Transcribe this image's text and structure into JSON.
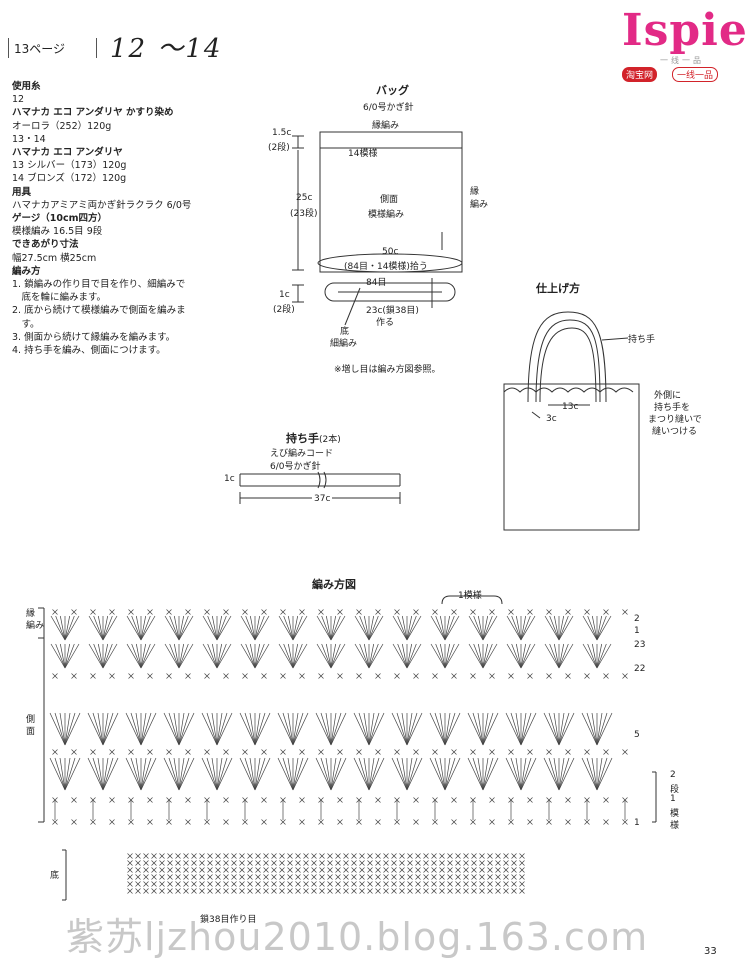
{
  "header": {
    "page_ref": "13ページ",
    "title": "12 〜14",
    "logo": "Ispie",
    "logo_sub": "一线一品",
    "badge_left": "淘宝网",
    "badge_right": "一线一品"
  },
  "materials": {
    "lines": [
      {
        "t": "使用糸",
        "b": true
      },
      {
        "t": "12",
        "b": false
      },
      {
        "t": "ハマナカ エコ アンダリヤ かすり染め",
        "b": true
      },
      {
        "t": "オーロラ（252）120g",
        "b": false
      },
      {
        "t": "13・14",
        "b": false
      },
      {
        "t": "ハマナカ エコ アンダリヤ",
        "b": true
      },
      {
        "t": "13 シルバー（173）120g",
        "b": false
      },
      {
        "t": "14 ブロンズ（172）120g",
        "b": false
      },
      {
        "t": "用具",
        "b": true
      },
      {
        "t": "ハマナカアミアミ両かぎ針ラクラク 6/0号",
        "b": false
      },
      {
        "t": "ゲージ（10cm四方）",
        "b": true
      },
      {
        "t": "模様編み 16.5目 9段",
        "b": false
      },
      {
        "t": "できあがり寸法",
        "b": true
      },
      {
        "t": "幅27.5cm 横25cm",
        "b": false
      },
      {
        "t": "編み方",
        "b": true
      },
      {
        "t": "1. 鎖編みの作り目で目を作り、細編みで",
        "b": false
      },
      {
        "t": "　底を輪に編みます。",
        "b": false
      },
      {
        "t": "2. 底から続けて模様編みで側面を編みま",
        "b": false
      },
      {
        "t": "　す。",
        "b": false
      },
      {
        "t": "3. 側面から続けて縁編みを編みます。",
        "b": false
      },
      {
        "t": "4. 持ち手を編み、側面につけます。",
        "b": false
      }
    ]
  },
  "bag": {
    "title": "バッグ",
    "hook": "6/0号かぎ針",
    "edge": "縁編み",
    "pattern14": "14模様",
    "side": "側面",
    "side_pattern": "模様編み",
    "edge_right_1": "縁",
    "edge_right_2": "編み",
    "h_top": "1.5c",
    "h_top_rows": "(2段)",
    "h_mid": "25c",
    "h_mid_rows": "(23段)",
    "w50": "50c",
    "w50_detail": "(84目・14模様)拾う",
    "st84": "84目",
    "bottom_h": "1c",
    "bottom_rows": "(2段)",
    "chain": "23c(鎖38目)",
    "make": "作る",
    "bottom1": "底",
    "bottom2": "細編み",
    "note": "※増し目は編み方図参照。"
  },
  "handle": {
    "title": "持ち手",
    "count": "(2本)",
    "cord": "えび編みコード",
    "hook": "6/0号かぎ針",
    "w1": "1c",
    "len": "37c"
  },
  "finish": {
    "title": "仕上げ方",
    "handle_label": "持ち手",
    "note1": "外側に",
    "note2": "持ち手を",
    "note3": "まつり縫いで",
    "note4": "縫いつける",
    "w13": "13c",
    "w3": "3c"
  },
  "chart": {
    "title": "編み方図",
    "one_pattern": "1模様",
    "label_edge_1": "縁",
    "label_edge_2": "編み",
    "label_side_1": "側",
    "label_side_2": "面",
    "label_bottom": "底",
    "row2": "2",
    "row1": "1",
    "row23": "23",
    "row22": "22",
    "row5": "5",
    "row1b": "1",
    "rep_1": "2",
    "rep_2": "段",
    "rep_3": "1",
    "rep_4": "模",
    "rep_5": "様",
    "chain_note": "鎖38目",
    "chain_note2": "作り目"
  },
  "watermark": "紫苏ljzhou2010.blog.163.com",
  "page_number": "33"
}
